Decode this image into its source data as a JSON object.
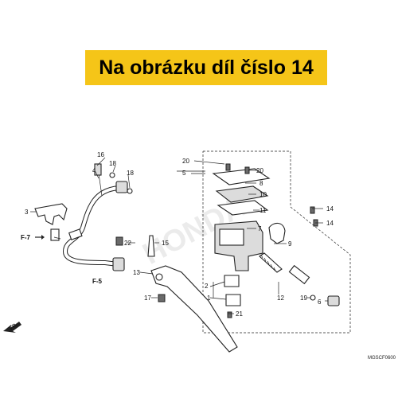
{
  "banner": {
    "text": "Na obrázku díl číslo 14",
    "color": "#f5c518"
  },
  "labels": {
    "p1": "1",
    "p2": "2",
    "p3": "3",
    "p4": "4",
    "p5": "5",
    "p6": "6",
    "p7": "7",
    "p8": "8",
    "p9": "9",
    "p10": "10",
    "p11": "11",
    "p12": "12",
    "p13": "13",
    "p14a": "14",
    "p14b": "14",
    "p15": "15",
    "p16": "16",
    "p17": "17",
    "p18a": "18",
    "p18b": "18",
    "p19": "19",
    "p20a": "20",
    "p20b": "20",
    "p21": "21",
    "p22": "22"
  },
  "refs": {
    "f7": "F-7",
    "f5": "F-5",
    "fr": "FR."
  },
  "watermark": "HONDA",
  "diagram_code": "MGSCF0600"
}
